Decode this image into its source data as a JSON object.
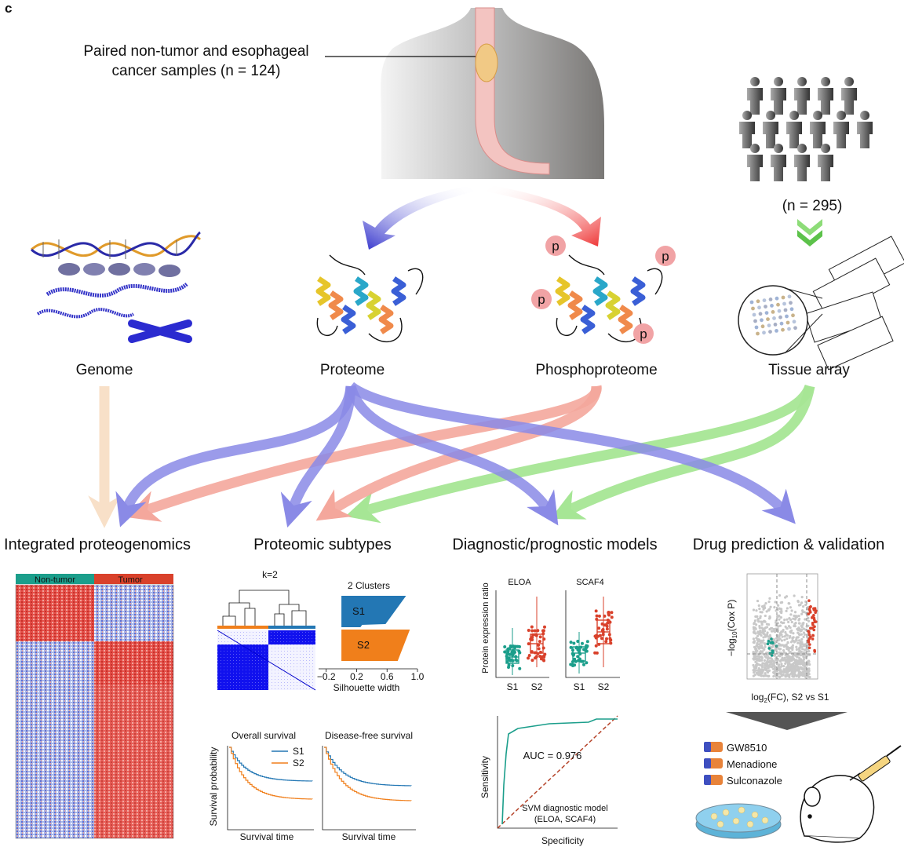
{
  "panel_label": "c",
  "callout": {
    "line1": "Paired non-tumor and esophageal",
    "line2": "cancer samples (n = 124)"
  },
  "cohort": {
    "label": "(n = 295)"
  },
  "data_types": {
    "genome": "Genome",
    "proteome": "Proteome",
    "phosphoproteome": "Phosphoproteome",
    "tissue_array": "Tissue array",
    "phospho_marker": "p"
  },
  "analyses": {
    "integrated": "Integrated proteogenomics",
    "subtypes": "Proteomic subtypes",
    "models": "Diagnostic/prognostic models",
    "drug": "Drug prediction & validation"
  },
  "heatmap": {
    "nontumor_label": "Non-tumor",
    "tumor_label": "Tumor"
  },
  "consensus": {
    "k_label": "k=2",
    "clusters_title": "2 Clusters",
    "s1": "S1",
    "s2": "S2",
    "xlabel": "Silhouette width",
    "ticks": [
      "−0.2",
      "0.2",
      "0.6",
      "1.0"
    ]
  },
  "survival": {
    "os_title": "Overall survival",
    "dfs_title": "Disease-free survival",
    "ylabel": "Survival probability",
    "xlabel": "Survival time",
    "legend_s1": "S1",
    "legend_s2": "S2"
  },
  "boxplots": {
    "ylabel": "Protein expression ratio",
    "gene1": "ELOA",
    "gene2": "SCAF4",
    "x1": "S1",
    "x2": "S2"
  },
  "roc": {
    "auc": "AUC = 0.976",
    "model_line1": "SVM diagnostic model",
    "model_line2": "(ELOA, SCAF4)",
    "ylabel": "Sensitivity",
    "xlabel": "Specificity"
  },
  "volcano": {
    "ylabel_pre": "−log",
    "ylabel_sub": "10",
    "ylabel_post": "(Cox P)",
    "xlabel_pre": "log",
    "xlabel_sub": "2",
    "xlabel_post": "(FC), S2 vs S1"
  },
  "drugs": [
    "GW8510",
    "Menadione",
    "Sulconazole"
  ],
  "colors": {
    "proteome_arrow": "#7b7be0",
    "phospho_arrow": "#f08f83",
    "tissue_arrow": "#8fdd7c",
    "genome_arrow": "#f7dcc0",
    "s1": "#2377b4",
    "s2": "#f07f1b",
    "teal": "#1b9e8b",
    "red": "#d9412b"
  }
}
